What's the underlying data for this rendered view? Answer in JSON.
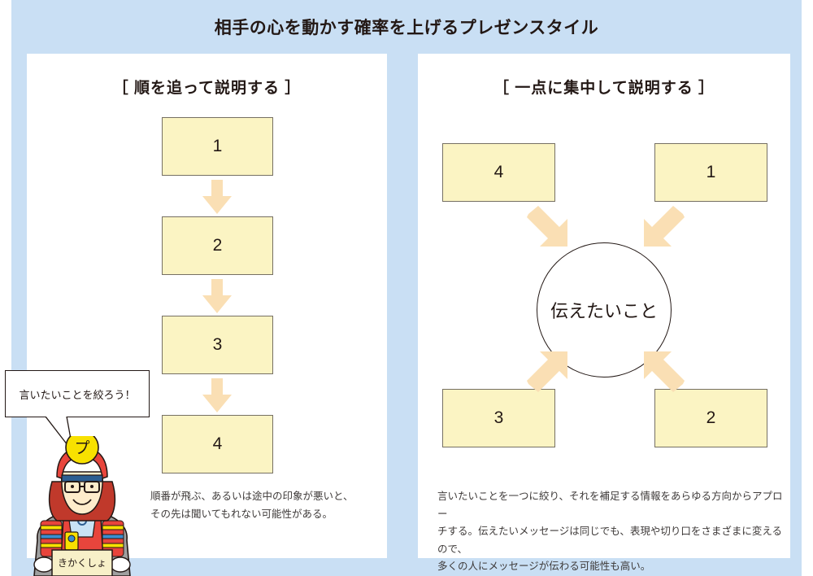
{
  "slide": {
    "title": "相手の心を動かす確率を上げるプレゼンスタイル",
    "bg_color": "#c9dff4",
    "panel_color": "#ffffff"
  },
  "left_panel": {
    "heading": "［ 順を追って説明する ］",
    "boxes": [
      {
        "label": "1"
      },
      {
        "label": "2"
      },
      {
        "label": "3"
      },
      {
        "label": "4"
      }
    ],
    "arrows": [
      {
        "name": "arrow-1-to-2",
        "direction": "down"
      },
      {
        "name": "arrow-2-to-3",
        "direction": "down"
      },
      {
        "name": "arrow-3-to-4",
        "direction": "down"
      }
    ],
    "caption_line1": "順番が飛ぶ、あるいは途中の印象が悪いと、",
    "caption_line2": "その先は聞いてもれない可能性がある。"
  },
  "right_panel": {
    "heading": "［ 一点に集中して説明する ］",
    "center_label": "伝えたいこと",
    "boxes": [
      {
        "label": "4",
        "position": "top-left"
      },
      {
        "label": "1",
        "position": "top-right"
      },
      {
        "label": "3",
        "position": "bottom-left"
      },
      {
        "label": "2",
        "position": "bottom-right"
      }
    ],
    "arrows": [
      {
        "name": "arrow-from-box-4",
        "direction": "down-right"
      },
      {
        "name": "arrow-from-box-1",
        "direction": "down-left"
      },
      {
        "name": "arrow-from-box-3",
        "direction": "up-right"
      },
      {
        "name": "arrow-from-box-2",
        "direction": "up-left"
      }
    ],
    "caption_line1": "言いたいことを一つに絞り、それを補足する情報をあらゆる方向からアプロー",
    "caption_line2": "チする。伝えたいメッセージは同じでも、表現や切り口をさまざまに変えるので、",
    "caption_line3": "多くの人にメッセージが伝わる可能性も高い。"
  },
  "mascot": {
    "speech_bubble": "言いたいことを絞ろう！",
    "helmet_crest": "プ",
    "document_label": "きかくしょ"
  },
  "colors": {
    "box_fill": "#fbf4c3",
    "box_border": "#767063",
    "arrow": "#fadfb4",
    "text": "#231815",
    "caption_text": "#3e3a39"
  }
}
